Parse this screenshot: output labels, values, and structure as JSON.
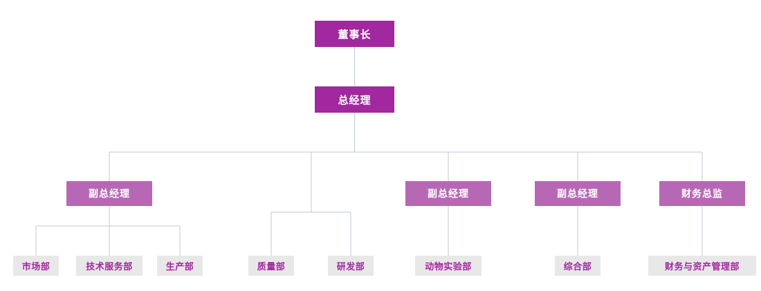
{
  "nodes": {
    "chairman": "董事长",
    "general_manager": "总经理",
    "vp1": "副总经理",
    "vp2": "副总经理",
    "vp3": "副总经理",
    "finance_director": "财务总监",
    "marketing": "市场部",
    "tech_service": "技术服务部",
    "production": "生产部",
    "quality": "质量部",
    "rnd": "研发部",
    "animal_lab": "动物实验部",
    "general_affairs": "综合部",
    "finance_asset": "财务与资产管理部"
  },
  "colors": {
    "level1_bg": "#a1289e",
    "level2_bg": "#b768b5",
    "dept_bg": "#e9e8e9",
    "dept_text": "#a1289e",
    "line_color": "#bcc9d4",
    "page_bg": "#ffffff"
  }
}
